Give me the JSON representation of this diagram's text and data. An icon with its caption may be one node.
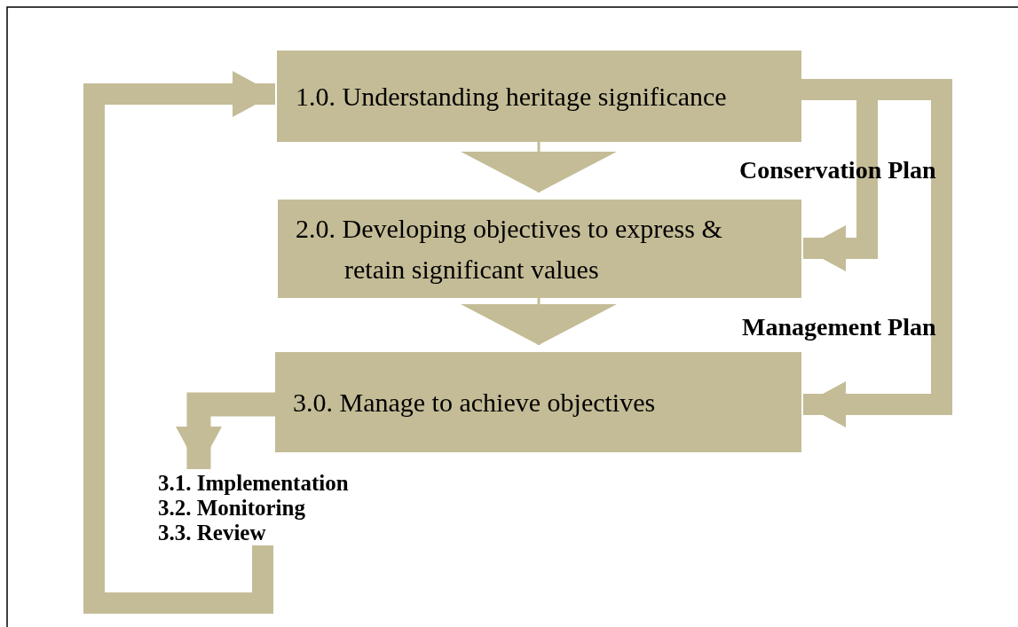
{
  "diagram": {
    "nodes": [
      {
        "text": [
          "1.0. Understanding heritage significance"
        ]
      },
      {
        "text": [
          "2.0. Developing objectives to express & retain significant values"
        ]
      },
      {
        "text": [
          "3.0. Manage to achieve objectives"
        ]
      },
      {
        "text": [
          "3.1. Implementation",
          "3.2. Monitoring",
          "3.3. Review"
        ]
      }
    ],
    "edges": [
      {
        "from": 0,
        "to": 1,
        "arrow": "to"
      },
      {
        "from": 1,
        "to": 2,
        "arrow": "to"
      },
      {
        "from": 0,
        "to": 1,
        "arrow": "to"
      },
      {
        "from": 0,
        "to": 2,
        "arrow": "to"
      },
      {
        "from": 2,
        "to": 3,
        "arrow": "to"
      },
      {
        "from": 3,
        "to": 0,
        "arrow": "to"
      }
    ],
    "labels": [
      "Conservation Plan",
      "Management Plan"
    ]
  }
}
